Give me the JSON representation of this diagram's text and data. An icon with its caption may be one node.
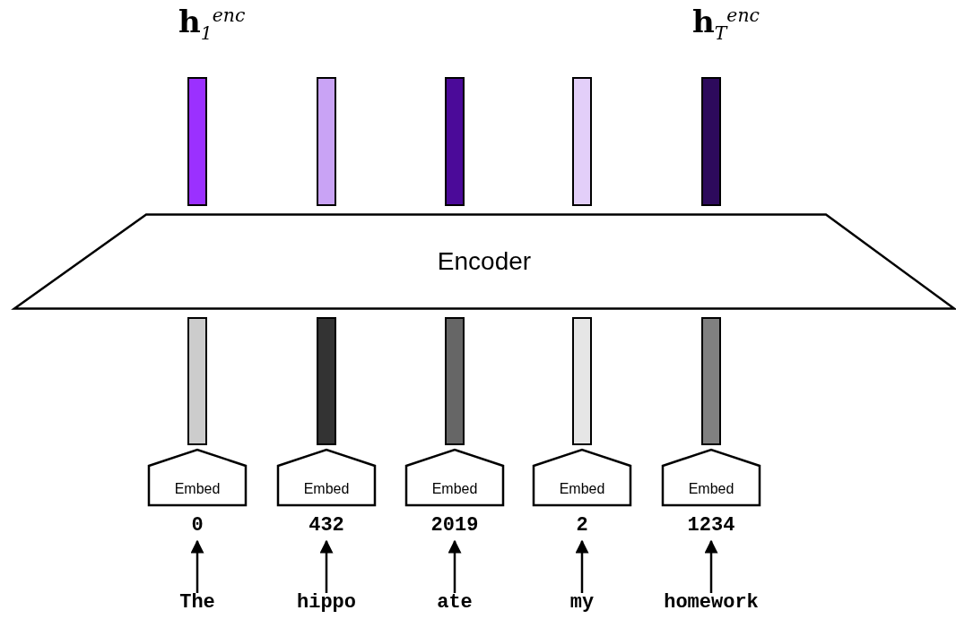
{
  "diagram": {
    "nodes": [
      {
        "text": [],
        "shape": "bar",
        "beside": [
          "**h**$_{1}$$^{enc}$"
        ]
      },
      {
        "text": [],
        "shape": "bar"
      },
      {
        "text": [],
        "shape": "bar"
      },
      {
        "text": [],
        "shape": "bar"
      },
      {
        "text": [],
        "shape": "bar",
        "beside": [
          "**h**$_{T}$$^{enc}$"
        ]
      },
      {
        "text": [
          "Encoder"
        ]
      },
      {
        "text": [],
        "shape": "bar"
      },
      {
        "text": [],
        "shape": "bar"
      },
      {
        "text": [],
        "shape": "bar"
      },
      {
        "text": [],
        "shape": "bar"
      },
      {
        "text": [],
        "shape": "bar"
      },
      {
        "text": [
          "Embed"
        ]
      },
      {
        "text": [
          "Embed"
        ]
      },
      {
        "text": [
          "Embed"
        ]
      },
      {
        "text": [
          "Embed"
        ]
      },
      {
        "text": [
          "Embed"
        ]
      },
      {
        "text": [
          "0"
        ]
      },
      {
        "text": [
          "432"
        ]
      },
      {
        "text": [
          "2019"
        ]
      },
      {
        "text": [
          "2"
        ]
      },
      {
        "text": [
          "1234"
        ]
      },
      {
        "text": [
          "The"
        ]
      },
      {
        "text": [
          "hippo"
        ]
      },
      {
        "text": [
          "ate"
        ]
      },
      {
        "text": [
          "my"
        ]
      },
      {
        "text": [
          "homework"
        ]
      }
    ],
    "edges": [
      {
        "from": 21,
        "to": 16,
        "arrow": "to"
      },
      {
        "from": 22,
        "to": 17,
        "arrow": "to"
      },
      {
        "from": 23,
        "to": 18,
        "arrow": "to"
      },
      {
        "from": 24,
        "to": 19,
        "arrow": "to"
      },
      {
        "from": 25,
        "to": 20,
        "arrow": "to"
      }
    ]
  }
}
